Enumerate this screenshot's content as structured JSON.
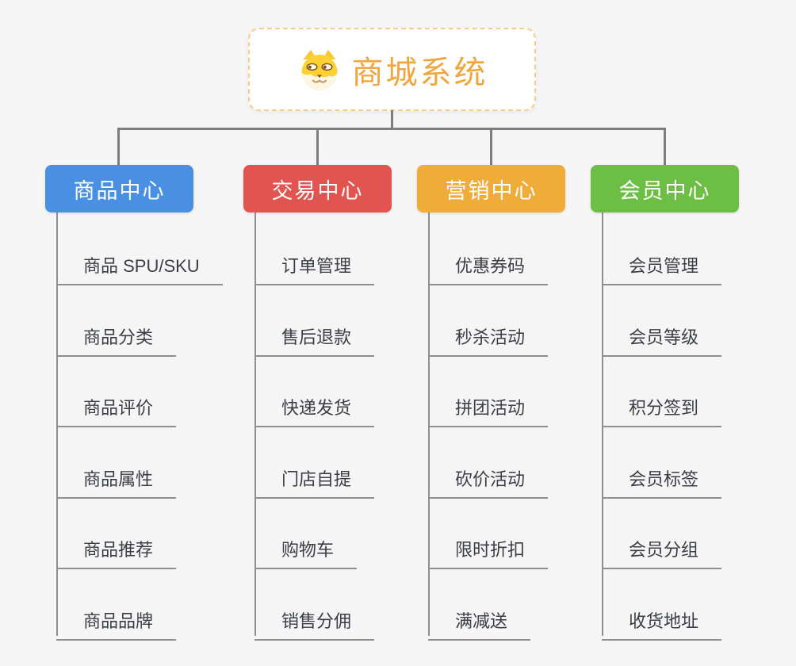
{
  "root": {
    "title": "商城系统",
    "title_color": "#f0a63c",
    "border_color": "#f8cd8a",
    "icon": "dog-face-icon"
  },
  "connector_color": "#7d7d7d",
  "leaf_line_color": "#8f8f8f",
  "background_color": "#f5f5f6",
  "branches": [
    {
      "label": "商品中心",
      "color": "#4a90e2",
      "items": [
        "商品 SPU/SKU",
        "商品分类",
        "商品评价",
        "商品属性",
        "商品推荐",
        "商品品牌"
      ]
    },
    {
      "label": "交易中心",
      "color": "#e25450",
      "items": [
        "订单管理",
        "售后退款",
        "快递发货",
        "门店自提",
        "购物车",
        "销售分佣"
      ]
    },
    {
      "label": "营销中心",
      "color": "#efac38",
      "items": [
        "优惠券码",
        "秒杀活动",
        "拼团活动",
        "砍价活动",
        "限时折扣",
        "满减送"
      ]
    },
    {
      "label": "会员中心",
      "color": "#6dbe45",
      "items": [
        "会员管理",
        "会员等级",
        "积分签到",
        "会员标签",
        "会员分组",
        "收货地址"
      ]
    }
  ]
}
